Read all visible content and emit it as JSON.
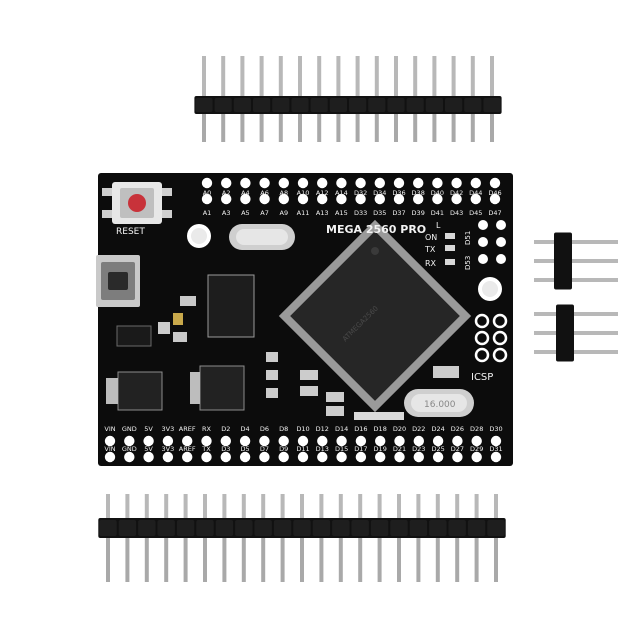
{
  "board": {
    "title": "MEGA 2560 PRO",
    "reset_label": "RESET",
    "icsp_label": "ICSP",
    "led_labels": [
      "L",
      "ON",
      "TX",
      "RX"
    ],
    "side_labels": [
      "D51",
      "D53"
    ],
    "crystal_label": "16.000",
    "chip_marking": "ATMEGA2560"
  },
  "top_row_labels": [
    "A0",
    "A2",
    "A4",
    "A6",
    "A8",
    "A10",
    "A12",
    "A14",
    "D32",
    "D34",
    "D36",
    "D38",
    "D40",
    "D42",
    "D44",
    "D46"
  ],
  "top_row2_labels": [
    "A1",
    "A3",
    "A5",
    "A7",
    "A9",
    "A11",
    "A13",
    "A15",
    "D33",
    "D35",
    "D37",
    "D39",
    "D41",
    "D43",
    "D45",
    "D47"
  ],
  "bottom_row_labels": [
    "VIN",
    "GND",
    "5V",
    "3V3",
    "AREF",
    "RX",
    "D2",
    "D4",
    "D6",
    "D8",
    "D10",
    "D12",
    "D14",
    "D16",
    "D18",
    "D20",
    "D22",
    "D24",
    "D26",
    "D28",
    "D30"
  ],
  "bottom_row2_labels": [
    "VIN",
    "GND",
    "5V",
    "3V3",
    "AREF",
    "TX",
    "D3",
    "D5",
    "D7",
    "D9",
    "D11",
    "D13",
    "D15",
    "D17",
    "D19",
    "D21",
    "D23",
    "D25",
    "D27",
    "D29",
    "D31"
  ],
  "colors": {
    "pcb": "#0c0c0c",
    "pad": "#ffffff",
    "pin_metal": "#b8b8b8",
    "header_plastic": "#111111",
    "reset_button": "#c8323a",
    "crystal": "#d9d9d9"
  }
}
